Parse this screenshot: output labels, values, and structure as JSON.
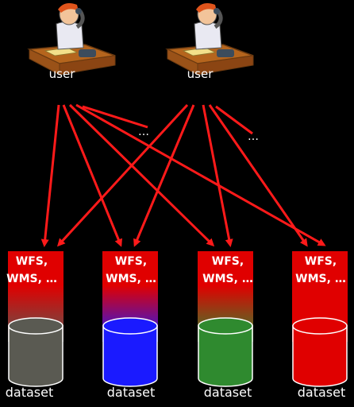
{
  "users": [
    {
      "label": "user"
    },
    {
      "label": "user"
    }
  ],
  "ellipses": [
    "…",
    "…"
  ],
  "services": [
    {
      "line1": "WFS,",
      "line2": "WMS, …",
      "color": "#5a5a52"
    },
    {
      "line1": "WFS,",
      "line2": "WMS, …",
      "color": "#1a1aff"
    },
    {
      "line1": "WFS,",
      "line2": "WMS, …",
      "color": "#2f8a2f"
    },
    {
      "line1": "WFS,",
      "line2": "WMS, …",
      "color": "#e00000"
    }
  ],
  "datasets": [
    {
      "label": "dataset"
    },
    {
      "label": "dataset"
    },
    {
      "label": "dataset"
    },
    {
      "label": "dataset"
    }
  ],
  "colors": {
    "arrow": "#ff1a1a",
    "service_top": "#e00000",
    "desk": "#b5651d"
  }
}
